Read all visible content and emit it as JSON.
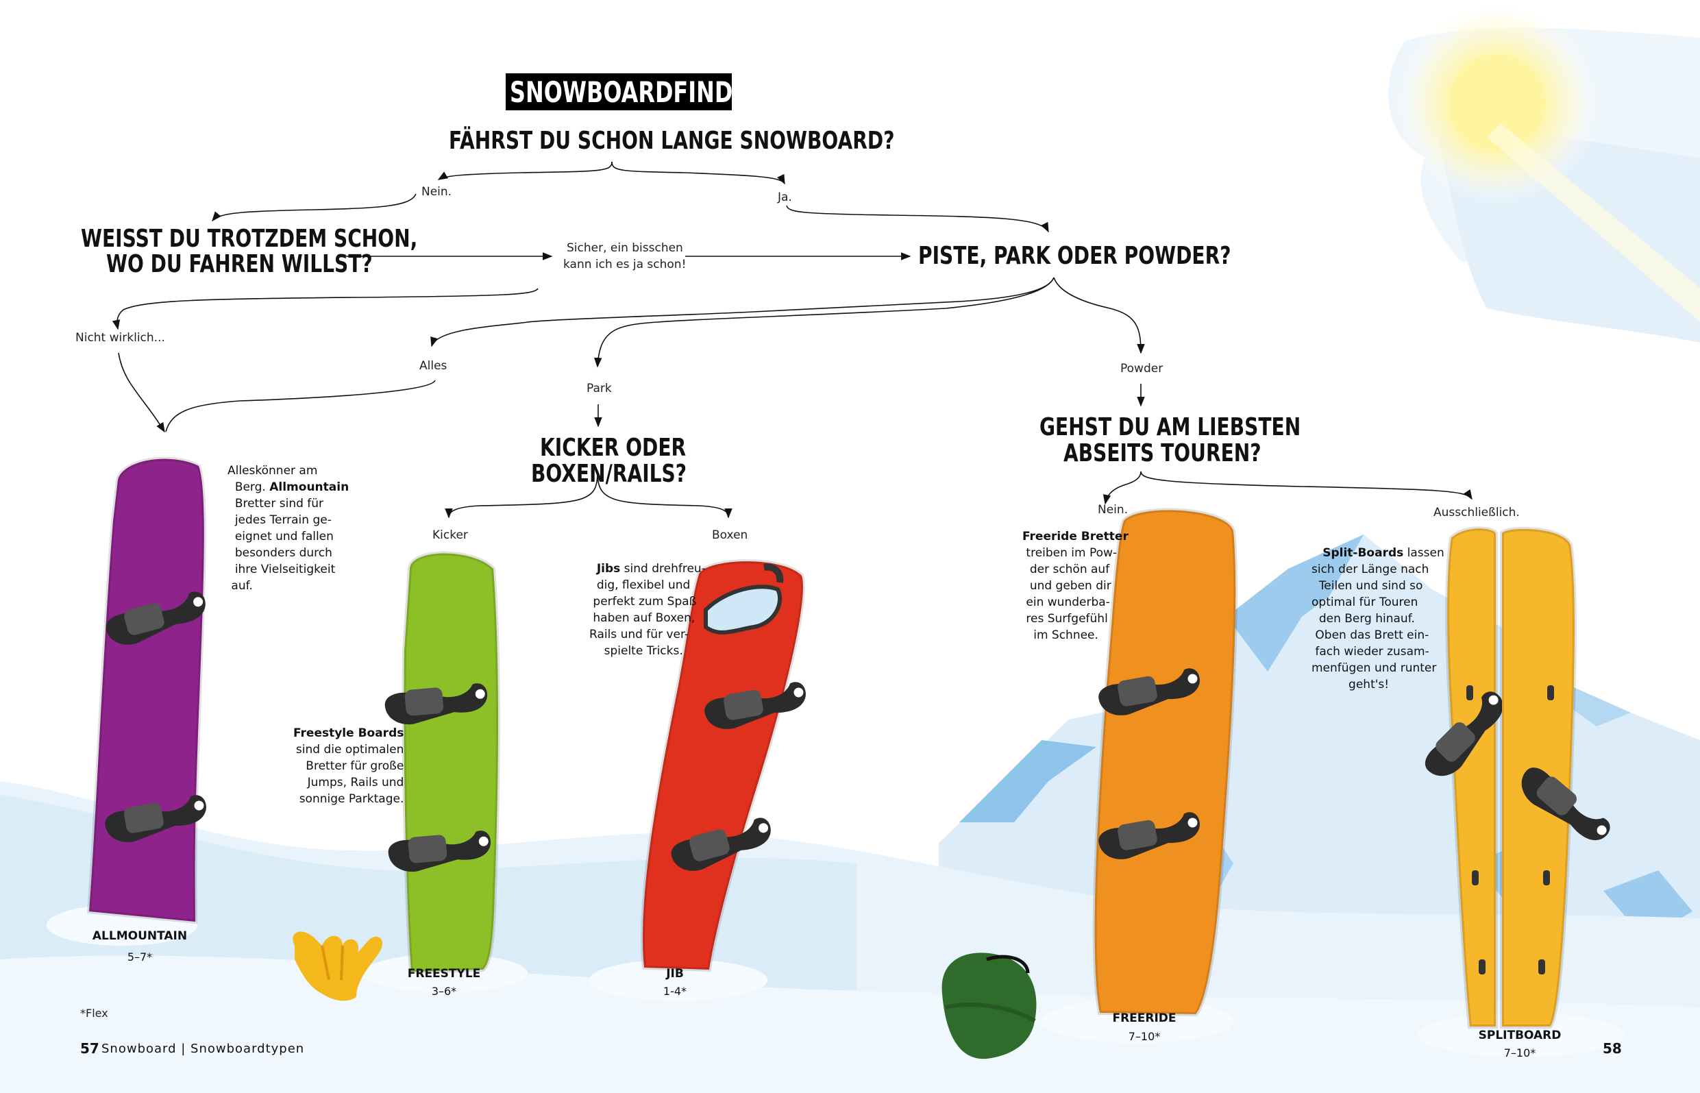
{
  "title": "SNOWBOARDFINDER",
  "questions": {
    "q1": "FÄHRST DU SCHON LANGE SNOWBOARD?",
    "q2_line1": "WEISST DU TROTZDEM SCHON,",
    "q2_line2": "WO DU FAHREN WILLST?",
    "q3": "PISTE, PARK ODER POWDER?",
    "q4_line1": "KICKER ODER",
    "q4_line2": "BOXEN/RAILS?",
    "q5_line1": "GEHST DU AM LIEBSTEN",
    "q5_line2": "ABSEITS TOUREN?"
  },
  "answers": {
    "nein": "Nein.",
    "ja": "Ja.",
    "sicher_line1": "Sicher, ein bisschen",
    "sicher_line2": "kann ich es ja schon!",
    "nicht_wirklich": "Nicht wirklich...",
    "alles": "Alles",
    "park": "Park",
    "powder": "Powder",
    "kicker": "Kicker",
    "boxen": "Boxen",
    "nein2": "Nein.",
    "ausschliesslich": "Ausschließlich."
  },
  "descriptions": {
    "allmountain": [
      "Alleskönner am",
      "Berg. ",
      "Allmountain",
      "Bretter sind für",
      "jedes Terrain ge-",
      "eignet und fallen",
      "besonders durch",
      "ihre Vielseitigkeit",
      "auf."
    ],
    "freestyle": [
      "Freestyle Boards",
      "sind die optimalen",
      "Bretter für große",
      "Jumps, Rails und",
      "sonnige Parktage."
    ],
    "jib": [
      "Jibs",
      " sind drehfreu-",
      "dig, flexibel und",
      "perfekt zum Spaß",
      "haben auf Boxen,",
      "Rails und für ver-",
      "spielte Tricks."
    ],
    "freeride": [
      "Freeride Bretter",
      "treiben im Pow-",
      "der schön auf",
      "und geben dir",
      "ein wunderba-",
      "res Surfgefühl",
      "im Schnee."
    ],
    "splitboard": [
      "Split-Boards",
      " lassen",
      "sich der Länge nach",
      "Teilen und sind so",
      "optimal für Touren",
      "den Berg hinauf.",
      "Oben das Brett ein-",
      "fach wieder zusam-",
      "menfügen und runter",
      "geht's!"
    ]
  },
  "boards": [
    {
      "name": "ALLMOUNTAIN",
      "flex": "5–7*",
      "color": "#8e248b"
    },
    {
      "name": "FREESTYLE",
      "flex": "3–6*",
      "color": "#8cc026"
    },
    {
      "name": "JIB",
      "flex": "1-4*",
      "color": "#e0301e"
    },
    {
      "name": "FREERIDE",
      "flex": "7–10*",
      "color": "#f0901f"
    },
    {
      "name": "SPLITBOARD",
      "flex": "7–10*",
      "color": "#f7b72a"
    }
  ],
  "footnote": "*Flex",
  "footer": {
    "left_page": "57",
    "running_head": "Snowboard | Snowboardtypen",
    "right_page": "58"
  },
  "colors": {
    "snow_light": "#eaf4fc",
    "snow_mid": "#cfe6f7",
    "ice_blue": "#8fc4ea",
    "sun": "#fff6b0"
  }
}
